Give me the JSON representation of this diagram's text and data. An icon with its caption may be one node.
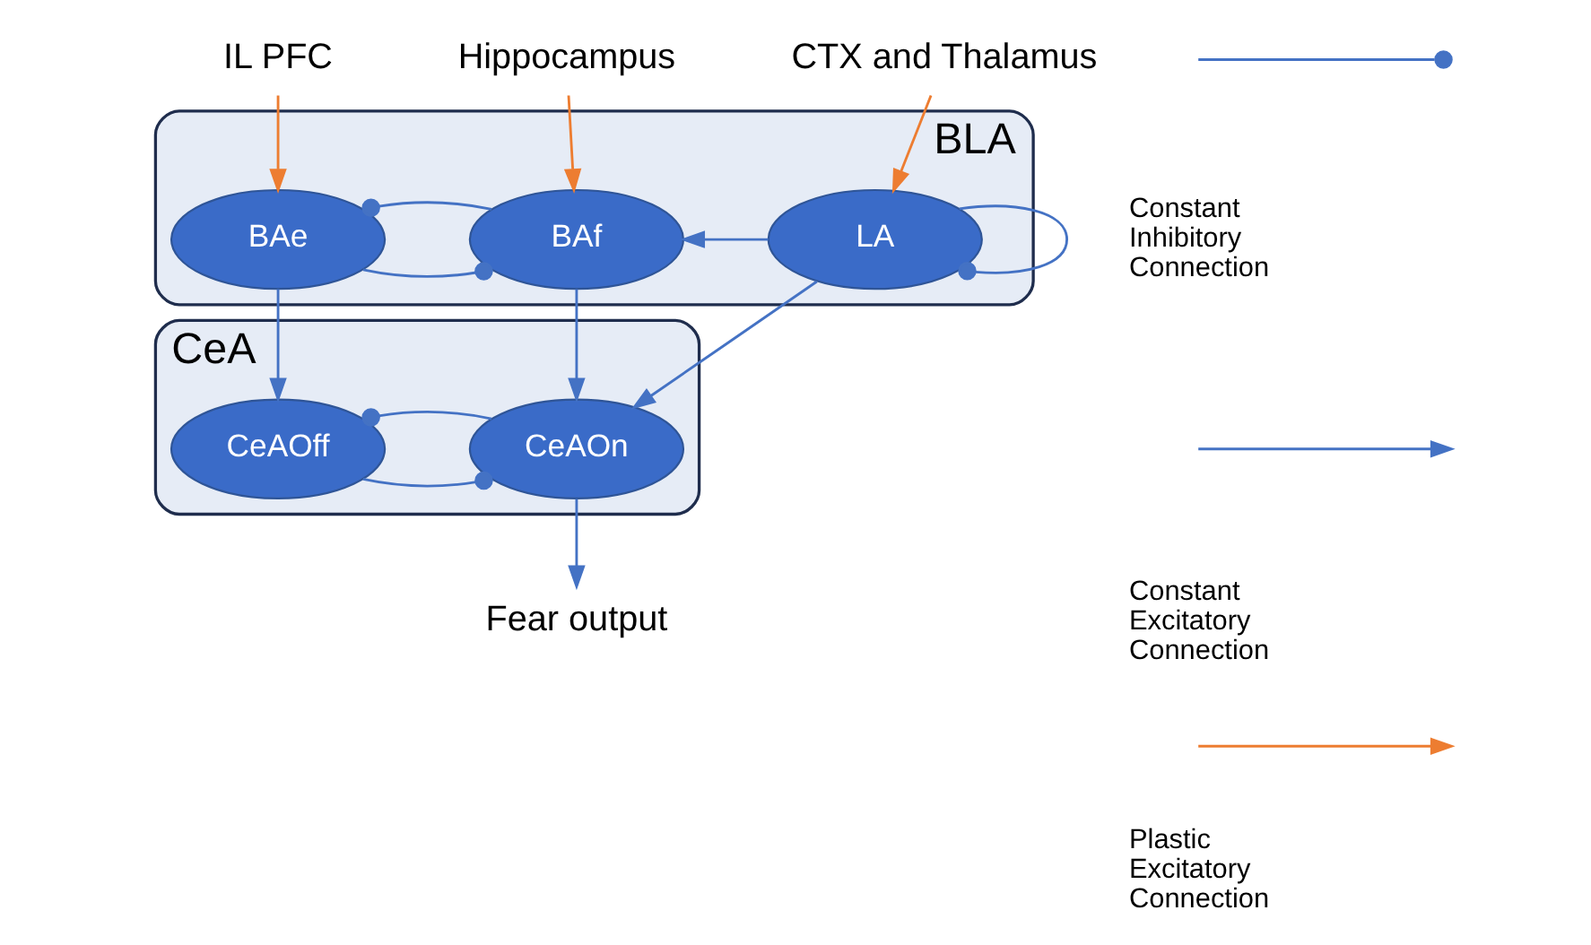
{
  "diagram": {
    "nodes": [
      {
        "text": [
          "BLA"
        ]
      },
      {
        "text": [
          "BAe"
        ],
        "in": 0
      },
      {
        "text": [
          "BAf"
        ],
        "in": 0
      },
      {
        "text": [
          "LA"
        ],
        "in": 0
      },
      {
        "text": [
          "CeA"
        ]
      },
      {
        "text": [
          "CeAOff"
        ],
        "in": 4
      },
      {
        "text": [
          "CeAOn"
        ],
        "in": 4
      },
      {
        "text": [
          "IL PFC"
        ]
      },
      {
        "text": [
          "Hippocampus"
        ]
      },
      {
        "text": [
          "CTX and Thalamus"
        ]
      },
      {
        "text": [
          "Fear output"
        ]
      }
    ],
    "edges": [
      {
        "from": 7,
        "to": 1,
        "arrow": "to",
        "color": "#ed7d31"
      },
      {
        "from": 8,
        "to": 2,
        "arrow": "to",
        "color": "#ed7d31"
      },
      {
        "from": 9,
        "to": 3,
        "arrow": "to",
        "color": "#ed7d31"
      },
      {
        "from": 1,
        "to": 2,
        "arrow": "other"
      },
      {
        "from": 2,
        "to": 1,
        "arrow": "other"
      },
      {
        "from": 3,
        "to": 2,
        "arrow": "to"
      },
      {
        "from": 3,
        "to": 3,
        "arrow": "other"
      },
      {
        "from": 1,
        "to": 5,
        "arrow": "to"
      },
      {
        "from": 2,
        "to": 6,
        "arrow": "to"
      },
      {
        "from": 3,
        "to": 6,
        "arrow": "to"
      },
      {
        "from": 5,
        "to": 6,
        "arrow": "other"
      },
      {
        "from": 6,
        "to": 5,
        "arrow": "other"
      },
      {
        "from": 6,
        "to": 10,
        "arrow": "to"
      }
    ],
    "legend": [
      {
        "text": "Constant Inhibitory Connection"
      },
      {
        "text": "Constant Excitatory Connection"
      },
      {
        "text": "Plastic Excitatory Connection"
      }
    ]
  }
}
